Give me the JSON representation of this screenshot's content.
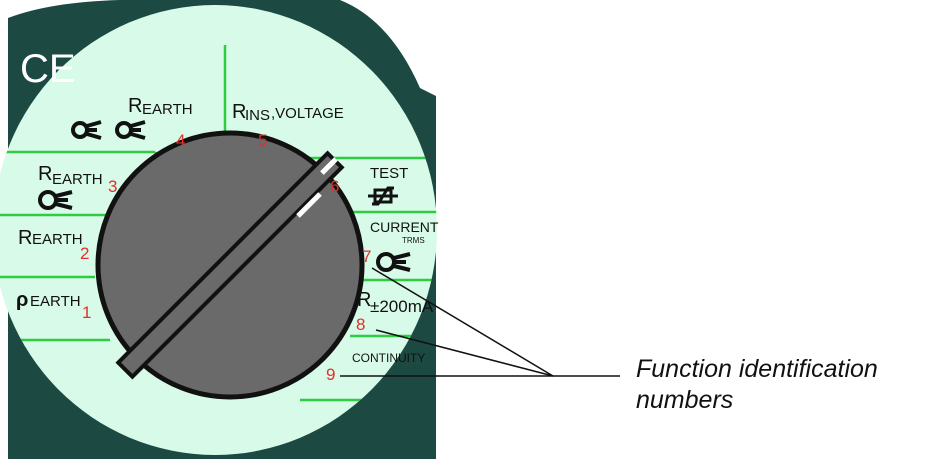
{
  "logo": {
    "text": "CE"
  },
  "functions": [
    {
      "number": "1",
      "label_main": "ρ",
      "label_sub": "EARTH"
    },
    {
      "number": "2",
      "label_main": "R",
      "label_sub": "EARTH"
    },
    {
      "number": "3",
      "label_main": "R",
      "label_sub": "EARTH",
      "icon": "single-clamp-icon"
    },
    {
      "number": "4",
      "label_main": "R",
      "label_sub": "EARTH",
      "icon": "double-clamp-icon"
    },
    {
      "number": "5",
      "label_main": "R",
      "label_sub": "INS",
      "label_tail": ",VOLTAGE"
    },
    {
      "number": "6",
      "label_main": "TEST",
      "icon": "test-symbol-icon"
    },
    {
      "number": "7",
      "label_main": "CURRENT",
      "label_sub": "TRMS",
      "icon": "clamp-icon"
    },
    {
      "number": "8",
      "label_main": "R",
      "label_tail": "±200mA"
    },
    {
      "number": "9",
      "label_main": "CONTINUITY"
    }
  ],
  "callout": {
    "line1": "Function identification",
    "line2": "numbers"
  },
  "colors": {
    "panel_dark": "#1c4a43",
    "face": "#d8fae9",
    "divider": "#2ecc40",
    "knob": "#6a6a6a",
    "number_red": "#e0312a"
  }
}
